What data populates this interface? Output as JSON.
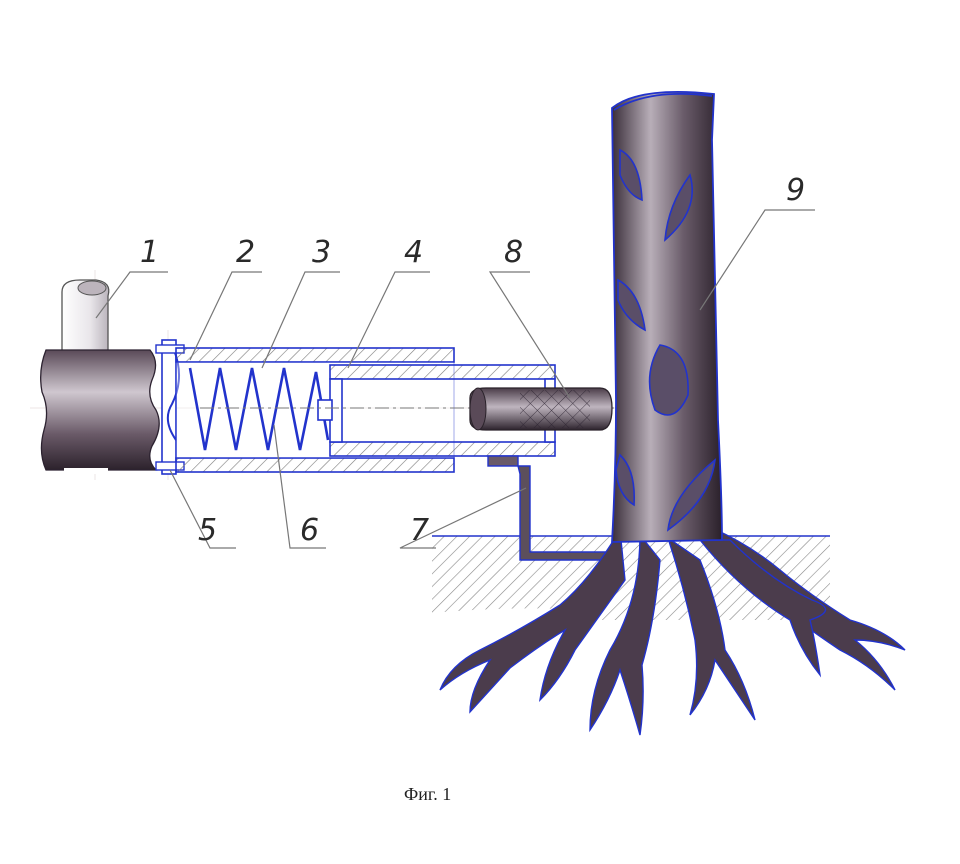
{
  "callouts": [
    "1",
    "2",
    "3",
    "4",
    "5",
    "6",
    "7",
    "8",
    "9"
  ],
  "caption": "Фиг. 1",
  "colors": {
    "outline": "#2233cc",
    "metal_dark": "#3a2e3a",
    "metal_light": "#c8c0c8",
    "ground_hatch": "#888888"
  }
}
